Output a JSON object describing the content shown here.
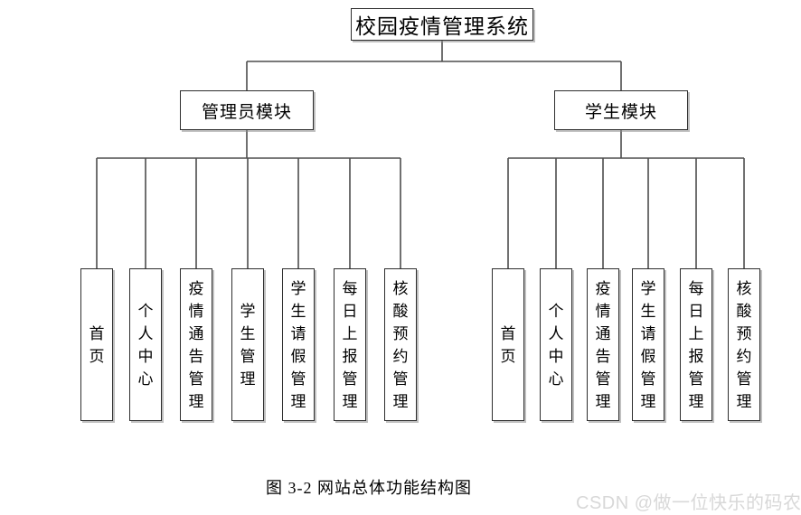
{
  "title": "校园疫情管理系统",
  "caption": "图 3-2 网站总体功能结构图",
  "watermark": "CSDN @做一位快乐的码农",
  "tree": {
    "admin": {
      "label": "管理员模块",
      "children": [
        "首页",
        "个人中心",
        "疫情通告管理",
        "学生管理",
        "学生请假管理",
        "每日上报管理",
        "核酸预约管理"
      ]
    },
    "student": {
      "label": "学生模块",
      "children": [
        "首页",
        "个人中心",
        "疫情通告管理",
        "学生请假管理",
        "每日上报管理",
        "核酸预约管理"
      ]
    }
  },
  "colors": {
    "background": "#ffffff",
    "line": "#4d4d4d",
    "box_border": "#2e2e2e",
    "box_shadow": "#8c8c8c",
    "watermark_text": "#d8d8d8"
  }
}
